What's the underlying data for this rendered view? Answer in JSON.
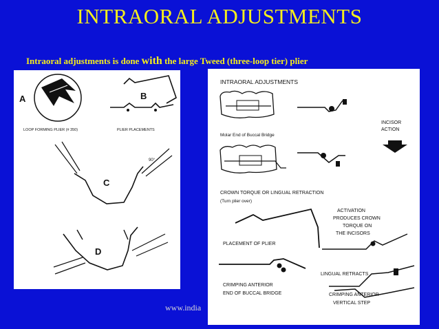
{
  "slide": {
    "title": "INTRAORAL ADJUSTMENTS",
    "subtitle_pre": "Intraoral adjustments is done ",
    "subtitle_with": "with",
    "subtitle_post": " the large Tweed (three-loop tier) plier",
    "footer": "www.india"
  },
  "left_figure": {
    "label_a": "A",
    "label_b": "B",
    "label_c": "C",
    "label_d": "D",
    "caption_a": "LOOP FORMING PLIER (# 350)",
    "caption_b": "PLIER PLACEMENTS",
    "angle_label": "90°"
  },
  "right_figure": {
    "heading": "INTRAORAL ADJUSTMENTS",
    "molar_caption": "Molar End of Buccal Bridge",
    "incisor_action": [
      "INCISOR",
      "ACTION"
    ],
    "crown_torque": "CROWN TORQUE OR LINGUAL RETRACTION",
    "turn_plier": "(Turn plier over)",
    "activation": [
      "ACTIVATION",
      "PRODUCES CROWN",
      "TORQUE ON",
      "THE INCISORS"
    ],
    "placement": "PLACEMENT OF PLIER",
    "lingual_retracts": "LINGUAL RETRACTS",
    "crimping_anterior_end": [
      "CRIMPING ANTERIOR",
      "END OF BUCCAL BRIDGE"
    ],
    "crimping_anterior_step": [
      "CRIMPING ANTERIOR",
      "VERTICAL STEP"
    ]
  }
}
